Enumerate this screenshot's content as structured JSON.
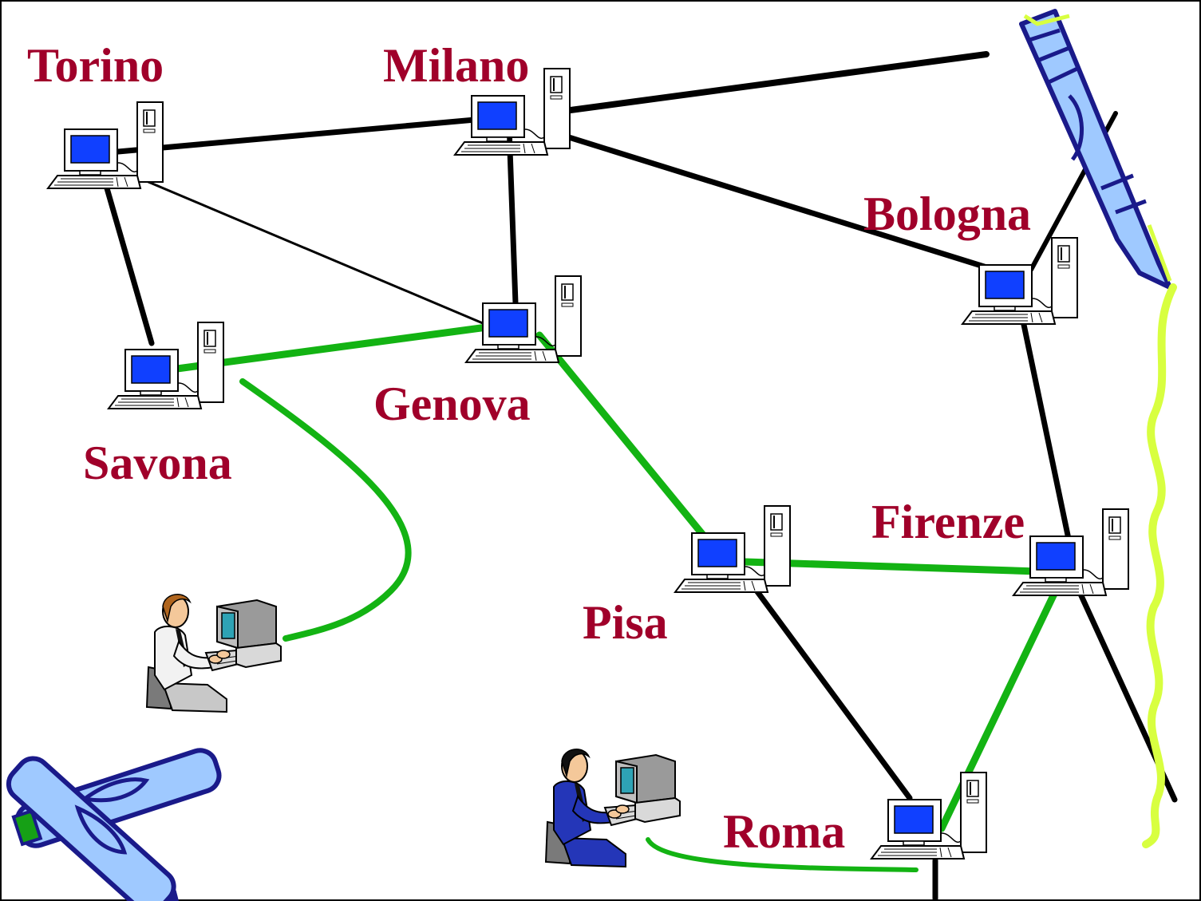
{
  "diagram": {
    "cities": [
      {
        "id": "torino",
        "label": "Torino"
      },
      {
        "id": "milano",
        "label": "Milano"
      },
      {
        "id": "bologna",
        "label": "Bologna"
      },
      {
        "id": "genova",
        "label": "Genova"
      },
      {
        "id": "savona",
        "label": "Savona"
      },
      {
        "id": "firenze",
        "label": "Firenze"
      },
      {
        "id": "pisa",
        "label": "Pisa"
      },
      {
        "id": "roma",
        "label": "Roma"
      }
    ],
    "links": [
      {
        "from": "torino",
        "to": "milano",
        "kind": "backbone"
      },
      {
        "from": "milano",
        "to": "bologna",
        "kind": "backbone"
      },
      {
        "from": "milano",
        "to": "genova",
        "kind": "backbone"
      },
      {
        "from": "torino",
        "to": "savona",
        "kind": "backbone"
      },
      {
        "from": "torino",
        "to": "genova",
        "kind": "thin"
      },
      {
        "from": "bologna",
        "to": "firenze",
        "kind": "backbone"
      },
      {
        "from": "pisa",
        "to": "roma",
        "kind": "backbone"
      },
      {
        "from": "savona",
        "to": "genova",
        "kind": "path"
      },
      {
        "from": "genova",
        "to": "pisa",
        "kind": "path"
      },
      {
        "from": "pisa",
        "to": "firenze",
        "kind": "path"
      },
      {
        "from": "firenze",
        "to": "roma",
        "kind": "path"
      }
    ],
    "users": [
      {
        "id": "user-savona",
        "connected_to": "savona"
      },
      {
        "id": "user-roma",
        "connected_to": "roma"
      }
    ],
    "colors": {
      "label": "#a0002a",
      "path": "#13b313",
      "backbone": "#000000",
      "screen": "#1040ff",
      "pen_body": "#9fc9ff",
      "pen_outline": "#1a1a8a",
      "accent_yellow": "#d8ff40"
    },
    "icons": {
      "host": "desktop-computer-icon",
      "user": "person-at-computer-icon",
      "pen": "pen-icon"
    }
  }
}
